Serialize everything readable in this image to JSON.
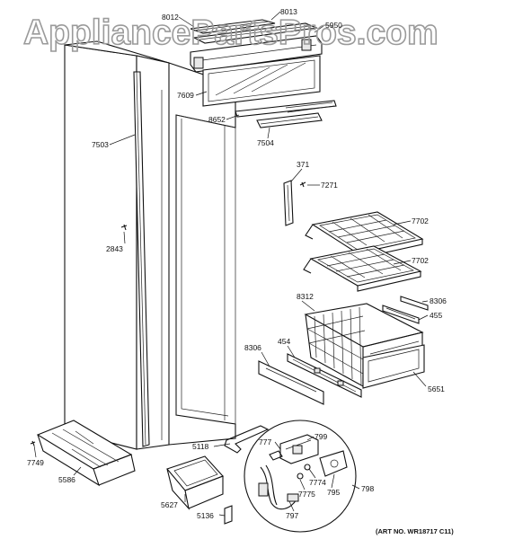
{
  "watermark": "AppliancePartsPros.com",
  "art_number": "(ART NO. WR18717 C11)",
  "labels": {
    "p8012": "8012",
    "p8013": "8013",
    "p5950": "5950",
    "p7609": "7609",
    "p8652": "8652",
    "p7504": "7504",
    "p7503": "7503",
    "p371": "371",
    "p7271": "7271",
    "p2843": "2843",
    "p7702a": "7702",
    "p7702b": "7702",
    "p8312": "8312",
    "p8306a": "8306",
    "p455": "455",
    "p8306b": "8306",
    "p454": "454",
    "p5651": "5651",
    "p7749": "7749",
    "p5586": "5586",
    "p5118": "5118",
    "p777": "777",
    "p799": "799",
    "p7774": "7774",
    "p7775": "7775",
    "p795": "795",
    "p798": "798",
    "p5627": "5627",
    "p797": "797",
    "p5136": "5136"
  }
}
